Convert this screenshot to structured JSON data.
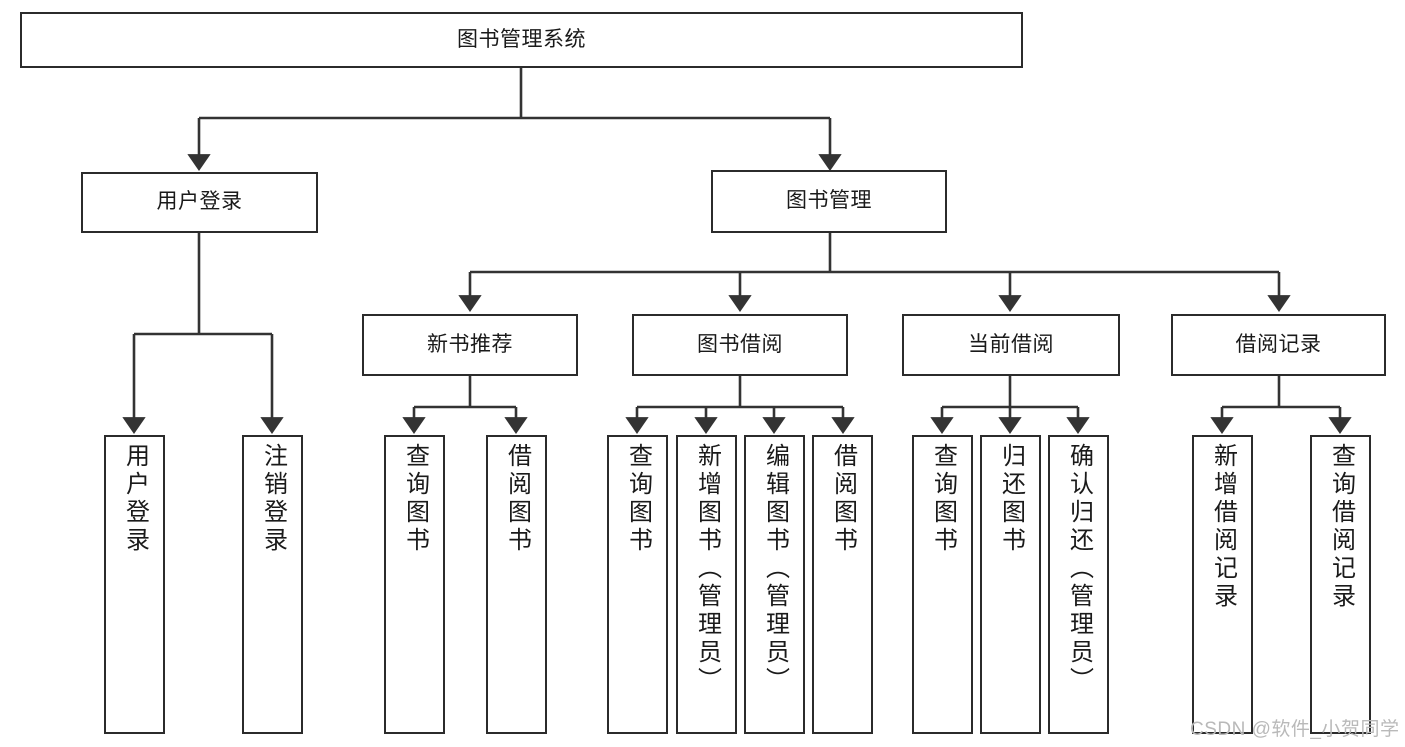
{
  "diagram": {
    "title": "图书管理系统",
    "type": "tree-hierarchy",
    "watermark": "CSDN @软件_小贺同学",
    "colors": {
      "box_border": "#2b2b2b",
      "box_fill": "#ffffff",
      "connector": "#333333",
      "text": "#1a1a1a",
      "watermark": "#b9b9b9",
      "background": "#ffffff"
    },
    "nodes": {
      "root": {
        "label": "图书管理系统",
        "level": 1,
        "orientation": "horizontal"
      },
      "level2": [
        {
          "id": "user-login",
          "label": "用户登录",
          "orientation": "horizontal"
        },
        {
          "id": "book-management",
          "label": "图书管理",
          "orientation": "horizontal"
        }
      ],
      "level3": [
        {
          "id": "new-book-recommend",
          "label": "新书推荐",
          "orientation": "horizontal"
        },
        {
          "id": "book-borrow",
          "label": "图书借阅",
          "orientation": "horizontal"
        },
        {
          "id": "current-borrow",
          "label": "当前借阅",
          "orientation": "horizontal"
        },
        {
          "id": "borrow-record",
          "label": "借阅记录",
          "orientation": "horizontal"
        }
      ],
      "leaves": [
        {
          "id": "leaf-user-login",
          "label": "用户登录",
          "parent": "user-login",
          "orientation": "vertical"
        },
        {
          "id": "leaf-logout-login",
          "label": "注销登录",
          "parent": "user-login",
          "orientation": "vertical"
        },
        {
          "id": "leaf-query-book-1",
          "label": "查询图书",
          "parent": "new-book-recommend",
          "orientation": "vertical"
        },
        {
          "id": "leaf-borrow-book-1",
          "label": "借阅图书",
          "parent": "new-book-recommend",
          "orientation": "vertical"
        },
        {
          "id": "leaf-query-book-2",
          "label": "查询图书",
          "parent": "book-borrow",
          "orientation": "vertical"
        },
        {
          "id": "leaf-add-book",
          "label": "新增图书（管理员）",
          "parent": "book-borrow",
          "orientation": "vertical"
        },
        {
          "id": "leaf-edit-book",
          "label": "编辑图书（管理员）",
          "parent": "book-borrow",
          "orientation": "vertical"
        },
        {
          "id": "leaf-borrow-book-2",
          "label": "借阅图书",
          "parent": "book-borrow",
          "orientation": "vertical"
        },
        {
          "id": "leaf-query-book-3",
          "label": "查询图书",
          "parent": "current-borrow",
          "orientation": "vertical"
        },
        {
          "id": "leaf-return-book",
          "label": "归还图书",
          "parent": "current-borrow",
          "orientation": "vertical"
        },
        {
          "id": "leaf-confirm-return",
          "label": "确认归还（管理员）",
          "parent": "current-borrow",
          "orientation": "vertical"
        },
        {
          "id": "leaf-add-record",
          "label": "新增借阅记录",
          "parent": "borrow-record",
          "orientation": "vertical"
        },
        {
          "id": "leaf-query-record",
          "label": "查询借阅记录",
          "parent": "borrow-record",
          "orientation": "vertical"
        }
      ]
    }
  }
}
